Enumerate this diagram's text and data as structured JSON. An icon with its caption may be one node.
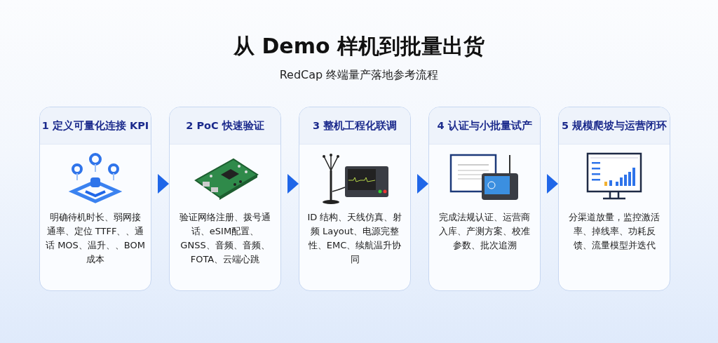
{
  "diagram": {
    "title": "从 Demo 样机到批量出货",
    "caption": "RedCap 终端量产落地参考流程",
    "nodes": [
      {
        "text": [
          "1 定义可量化连接 KPI",
          "明确待机时长、弱网接通率、定位 TTFF、、通话 MOS、温升、、BOM成本"
        ]
      },
      {
        "text": [
          "2 PoC 快速验证",
          "验证网络注册、拨号通话、eSIM配置、GNSS、音频、音频、FOTA、云端心跳"
        ]
      },
      {
        "text": [
          "3 整机工程化联调",
          "ID 结构、天线仿真、射频 Layout、电源完整性、EMC、续航温升协同"
        ]
      },
      {
        "text": [
          "4 认证与小批量试产",
          "完成法规认证、运营商入库、产测方案、校准参数、批次追溯"
        ]
      },
      {
        "text": [
          "5 规模爬坡与运营闭环",
          "分渠道放量，监控激活率、掉线率、功耗反馈、流量模型并迭代"
        ]
      }
    ],
    "edges": [
      {
        "from": 0,
        "to": 1,
        "arrow": "to"
      },
      {
        "from": 1,
        "to": 2,
        "arrow": "to"
      },
      {
        "from": 2,
        "to": 3,
        "arrow": "to"
      },
      {
        "from": 3,
        "to": 4,
        "arrow": "to"
      }
    ]
  }
}
